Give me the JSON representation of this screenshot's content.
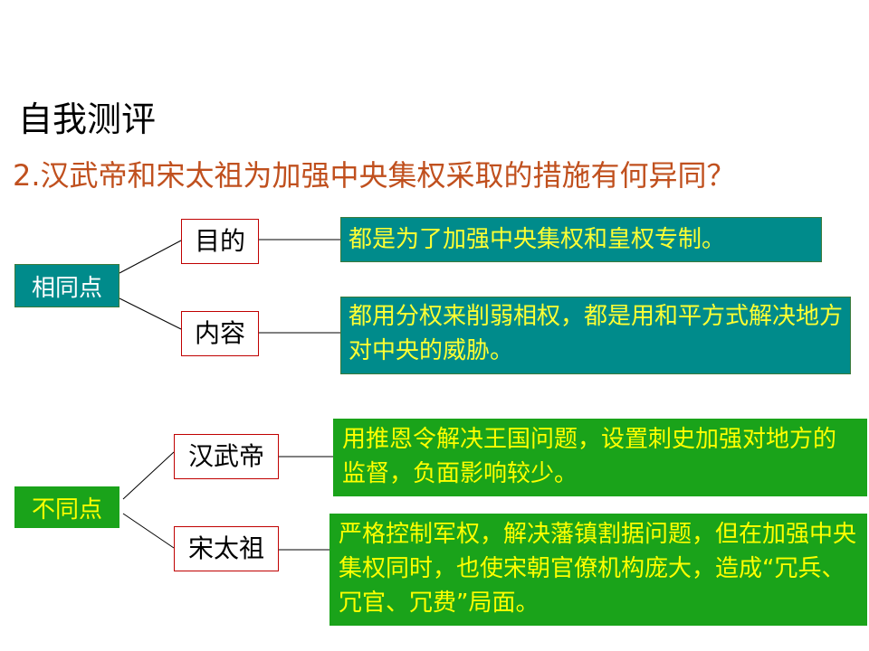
{
  "heading": "自我测评",
  "question": "2.汉武帝和宋太祖为加强中央集权采取的措施有何异同？",
  "same": {
    "label": "相同点",
    "aspects": [
      {
        "label": "目的",
        "answer": "都是为了加强中央集权和皇权专制。"
      },
      {
        "label": "内容",
        "answer": "都用分权来削弱相权，都是用和平方式解决地方对中央的威胁。"
      }
    ]
  },
  "different": {
    "label": "不同点",
    "aspects": [
      {
        "label": "汉武帝",
        "answer": "用推恩令解决王国问题，设置刺史加强对地方的监督，负面影响较少。"
      },
      {
        "label": "宋太祖",
        "answer": "严格控制军权，解决藩镇割据问题，但在加强中央集权同时，也使宋朝官僚机构庞大，造成“冗兵、冗官、冗费”局面。"
      }
    ]
  },
  "colors": {
    "question": "#c0501e",
    "teal": "#008b8b",
    "green": "#1aa31a",
    "answer_text": "#ffff00",
    "box_border": "#c00000"
  }
}
